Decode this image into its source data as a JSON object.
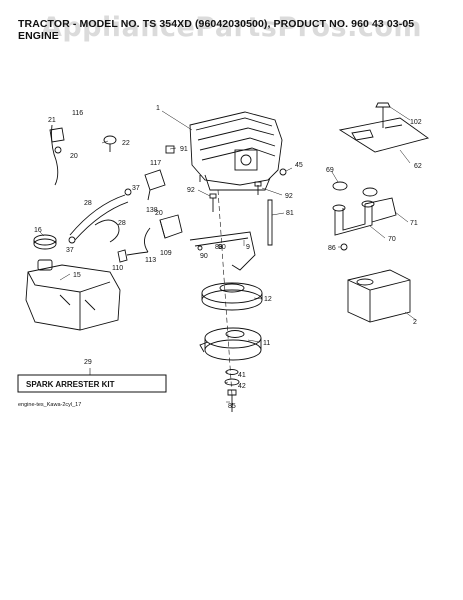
{
  "header": {
    "title": "TRACTOR - MODEL NO. TS 354XD (96042030500), PRODUCT NO. 960 43 03-05",
    "subtitle": "ENGINE"
  },
  "watermark": "AppliancePartsPros.com",
  "callouts": {
    "c1": "1",
    "c2": "2",
    "c9": "9",
    "c11": "11",
    "c12": "12",
    "c15": "15",
    "c16": "16",
    "c20a": "20",
    "c20b": "20",
    "c21": "21",
    "c22": "22",
    "c28a": "28",
    "c28b": "28",
    "c29": "29",
    "c37a": "37",
    "c37b": "37",
    "c41": "41",
    "c42": "42",
    "c45": "45",
    "c62": "62",
    "c69": "69",
    "c70": "70",
    "c71": "71",
    "c81": "81",
    "c85": "85",
    "c86": "86",
    "c88": "88",
    "c90a": "90",
    "c90b": "90",
    "c91": "91",
    "c92a": "92",
    "c92b": "92",
    "c102": "102",
    "c109": "109",
    "c110": "110",
    "c113": "113",
    "c116": "116",
    "c117": "117",
    "c138": "138"
  },
  "kit_label": "SPARK ARRESTER KIT",
  "reference": "engine-tes_Kawa-2cyl_17"
}
